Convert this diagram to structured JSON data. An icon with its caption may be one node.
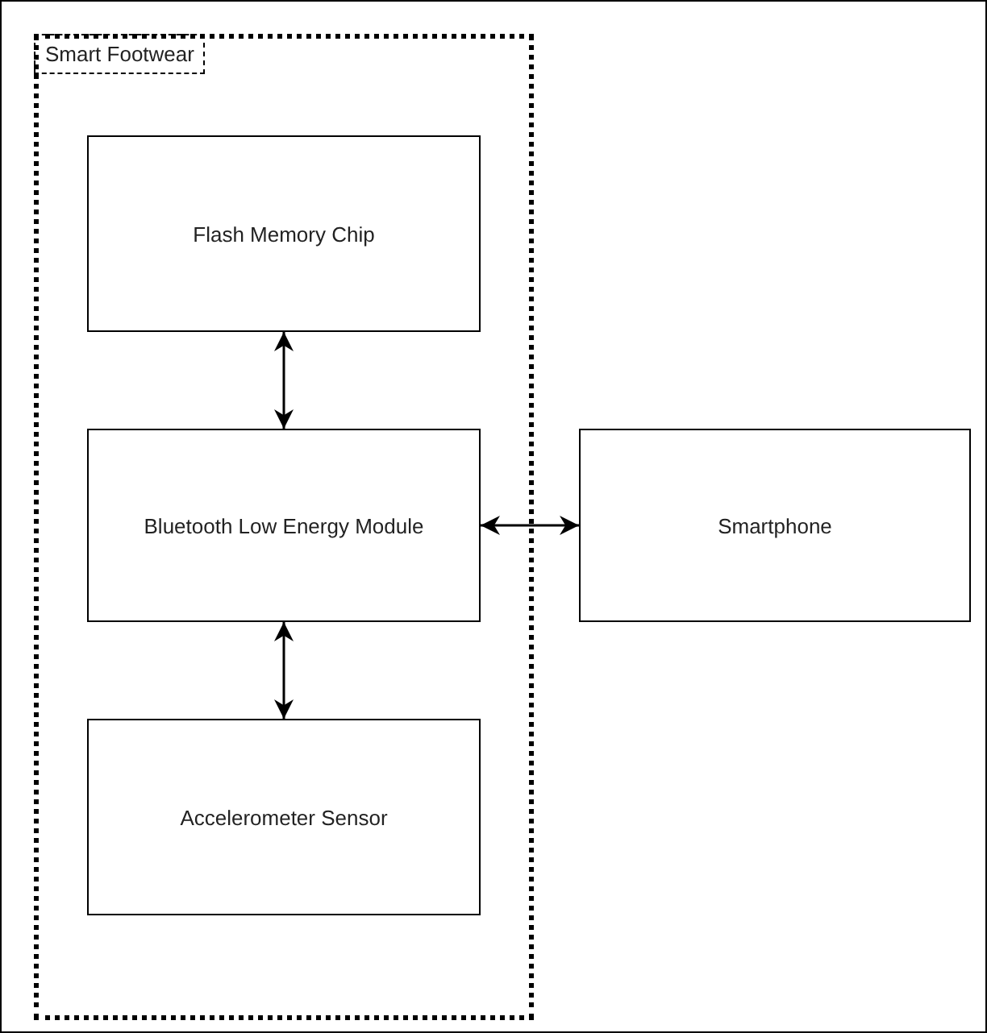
{
  "diagram": {
    "nodes": [
      {
        "text": [
          "Smart Footwear"
        ]
      },
      {
        "text": [
          "Flash Memory Chip"
        ],
        "in": 0
      },
      {
        "text": [
          "Bluetooth Low Energy Module"
        ],
        "in": 0
      },
      {
        "text": [
          "Accelerometer Sensor"
        ],
        "in": 0
      },
      {
        "text": [
          "Smartphone"
        ]
      }
    ],
    "edges": [
      {
        "from": 1,
        "to": 2,
        "arrow": "both"
      },
      {
        "from": 2,
        "to": 3,
        "arrow": "both"
      },
      {
        "from": 2,
        "to": 4,
        "arrow": "both"
      }
    ]
  }
}
